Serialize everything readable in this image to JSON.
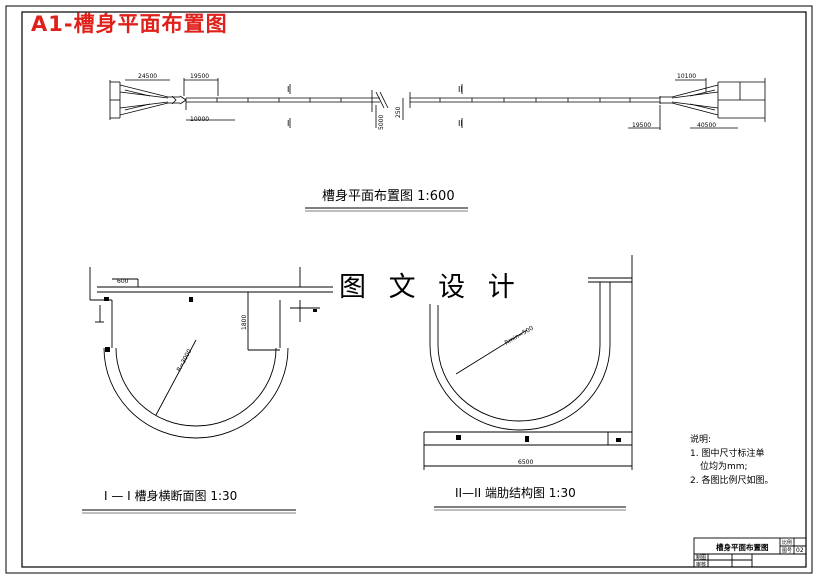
{
  "sheet_title": "A1-槽身平面布置图",
  "watermark": "图 文 设 计",
  "plan_view": {
    "caption": "槽身平面布置图 1:600",
    "dimensions": [
      "24500",
      "19500",
      "10000",
      "5000",
      "250",
      "19500",
      "40500",
      "10100"
    ],
    "section_marks": [
      "I",
      "I",
      "II",
      "II"
    ]
  },
  "section_1": {
    "caption": "I — I 槽身横断面图    1:30",
    "dimensions": [
      "600",
      "1800"
    ],
    "radius_label": "R=3000"
  },
  "section_2": {
    "caption": "II—II  端肋结构图   1:30",
    "dimensions": [
      "6500"
    ],
    "radius_label": "Rmin=500"
  },
  "notes": {
    "heading": "说明:",
    "items": [
      "1. 图中尺寸标注单",
      "位均为mm;",
      "2. 各图比例尺如图。"
    ]
  },
  "title_block": {
    "name": "槽身平面布置图",
    "label_scale": "比例",
    "label_number": "图号",
    "number": "02",
    "label_drawn": "制图",
    "label_checked": "审核"
  }
}
